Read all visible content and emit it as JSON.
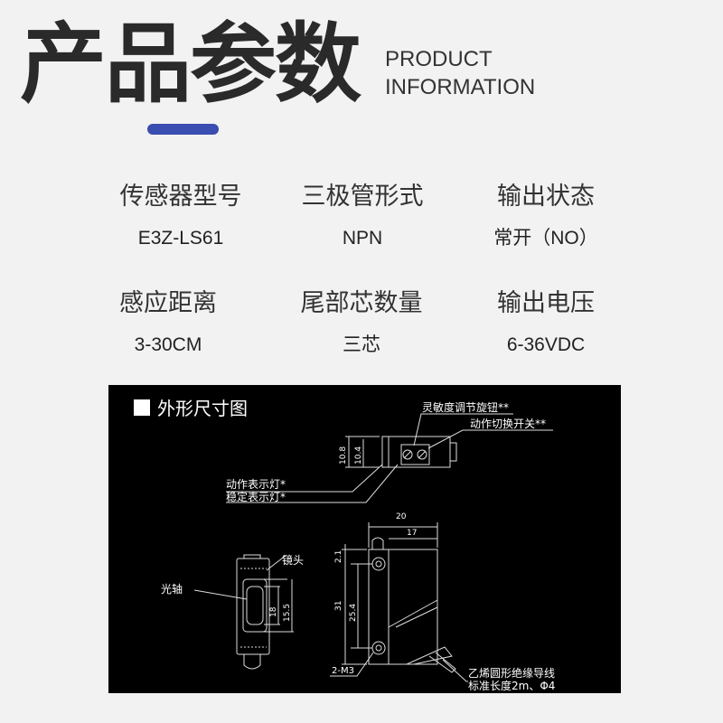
{
  "header": {
    "title_cn": "产品参数",
    "title_en_line1": "PRODUCT",
    "title_en_line2": "INFORMATION",
    "accent_color": "#3a4db0"
  },
  "specs": [
    {
      "label": "传感器型号",
      "value": "E3Z-LS61"
    },
    {
      "label": "三极管形式",
      "value": "NPN"
    },
    {
      "label": "输出状态",
      "value": "常开（NO）"
    },
    {
      "label": "感应距离",
      "value": "3-30CM"
    },
    {
      "label": "尾部芯数量",
      "value": "三芯"
    },
    {
      "label": "输出电压",
      "value": "6-36VDC"
    }
  ],
  "drawing": {
    "heading": "外形尺寸图",
    "labels": {
      "sensitivity": "灵敏度调节旋钮**",
      "mode_switch": "动作切换开关**",
      "action_led": "动作表示灯*",
      "stable_led": "稳定表示灯*",
      "lens": "镜头",
      "optical_axis": "光轴",
      "cable": "乙烯圆形绝缘导线",
      "cable_spec": "标准长度2m、Φ4",
      "mount": "2-M3"
    },
    "dims": {
      "d108": "10.8",
      "d104": "10.4",
      "d20": "20",
      "d17": "17",
      "d21": "2.1",
      "d31": "31",
      "d254": "25.4",
      "d18": "18",
      "d155": "15.5"
    }
  }
}
